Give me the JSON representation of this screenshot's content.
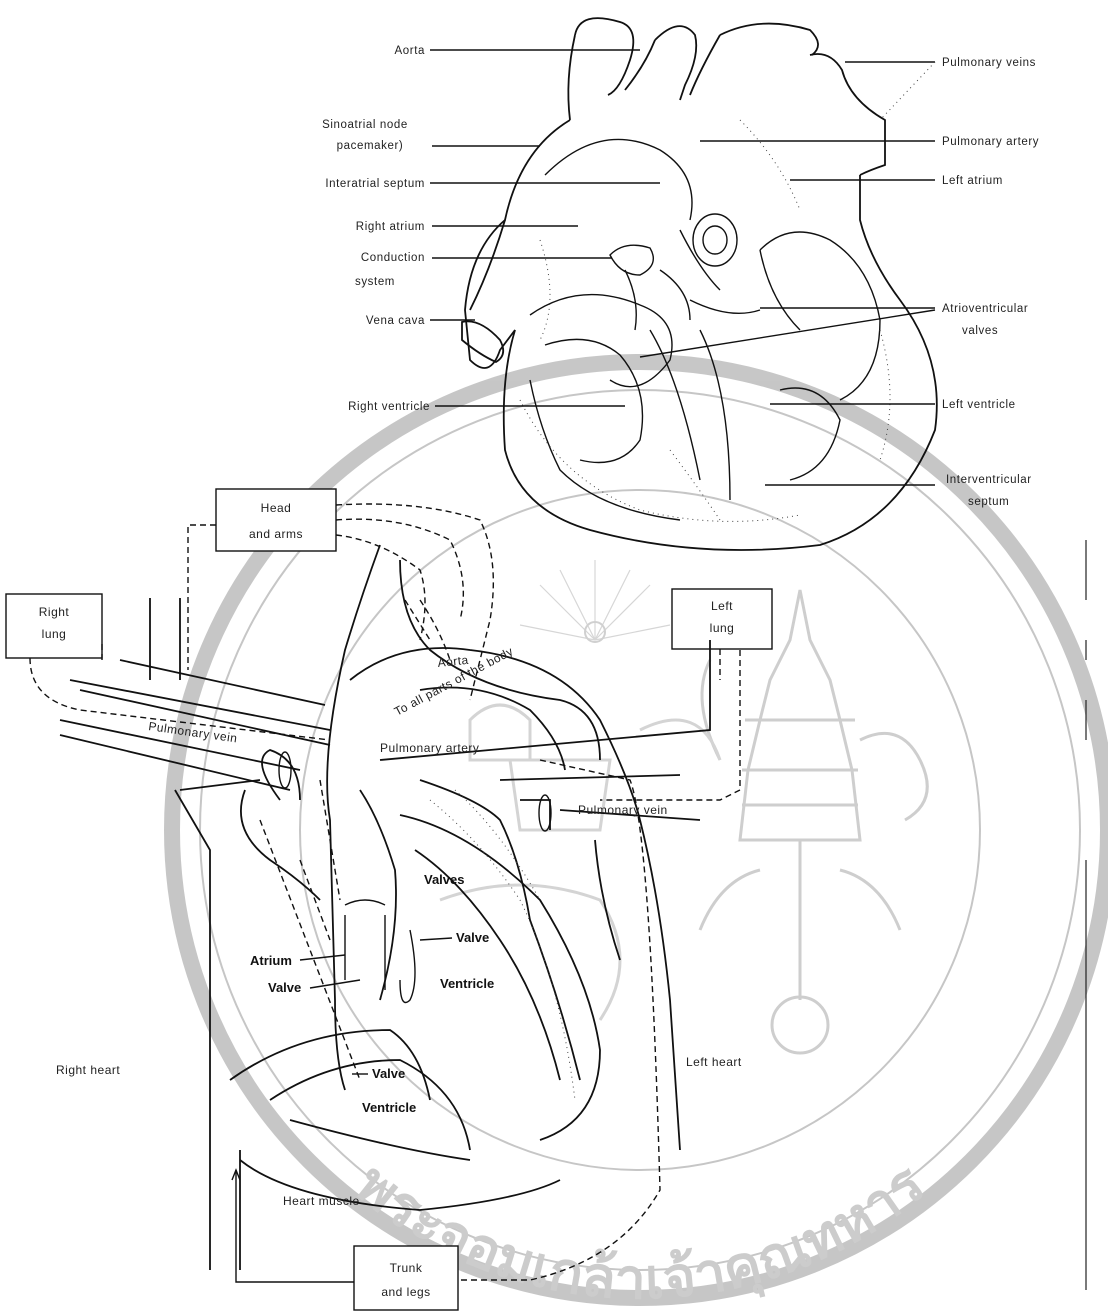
{
  "heart_labels": {
    "aorta": "Aorta",
    "sinoatrial_node": "Sinoatrial node",
    "pacemaker": "pacemaker)",
    "interatrial_septum": "Interatrial septum",
    "right_atrium": "Right atrium",
    "conduction": "Conduction",
    "system": "system",
    "vena_cava": "Vena cava",
    "right_ventricle": "Right ventricle",
    "pulmonary_veins": "Pulmonary veins",
    "pulmonary_artery": "Pulmonary artery",
    "left_atrium": "Left atrium",
    "av_valves_1": "Atrioventricular",
    "av_valves_2": "valves",
    "left_ventricle": "Left ventricle",
    "iv_septum_1": "Interventricular",
    "iv_septum_2": "septum"
  },
  "circulation_labels": {
    "head_arms_1": "Head",
    "head_arms_2": "and arms",
    "right_lung_1": "Right",
    "right_lung_2": "lung",
    "left_lung_1": "Left",
    "left_lung_2": "lung",
    "aorta": "Aorta",
    "to_all_parts": "To all parts of the body",
    "pulmonary_artery": "Pulmonary artery",
    "pulmonary_vein_left": "Pulmonary vein",
    "pulmonary_vein_right": "Pulmonary vein",
    "valves": "Valves",
    "valve_mid": "Valve",
    "atrium": "Atrium",
    "valve_left": "Valve",
    "ventricle_right_side": "Ventricle",
    "valve_low": "Valve",
    "ventricle_low": "Ventricle",
    "right_heart": "Right heart",
    "left_heart": "Left heart",
    "heart_muscle": "Heart muscle",
    "trunk_legs_1": "Trunk",
    "trunk_legs_2": "and legs"
  },
  "watermark_text": "พระจอมเกล้าเจ้าคุณทหาร"
}
